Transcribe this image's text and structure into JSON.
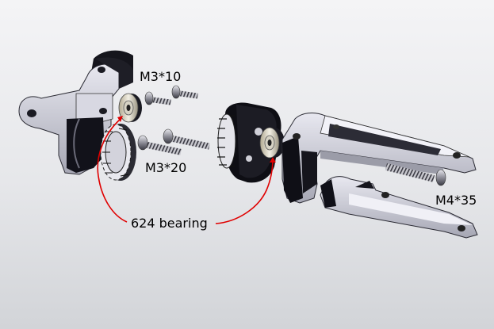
{
  "labels": {
    "m3x10": "M3*10",
    "m3x20": "M3*20",
    "bearing": "624 bearing",
    "m4x35": "M4*35"
  },
  "colors": {
    "background_top": "#f4f4f6",
    "background_bottom": "#d2d4d8",
    "part_dark": "#15151c",
    "part_light": "#cfd0da",
    "arrow": "#e00000"
  },
  "parts": [
    "left-bracket-part",
    "bearing-left",
    "small-gear",
    "screw-m3x10-a",
    "screw-m3x10-b",
    "screw-m3x20-a",
    "screw-m3x20-b",
    "large-gear-plate",
    "bearing-right",
    "arm-upper",
    "arm-lower",
    "screw-m4x35"
  ]
}
